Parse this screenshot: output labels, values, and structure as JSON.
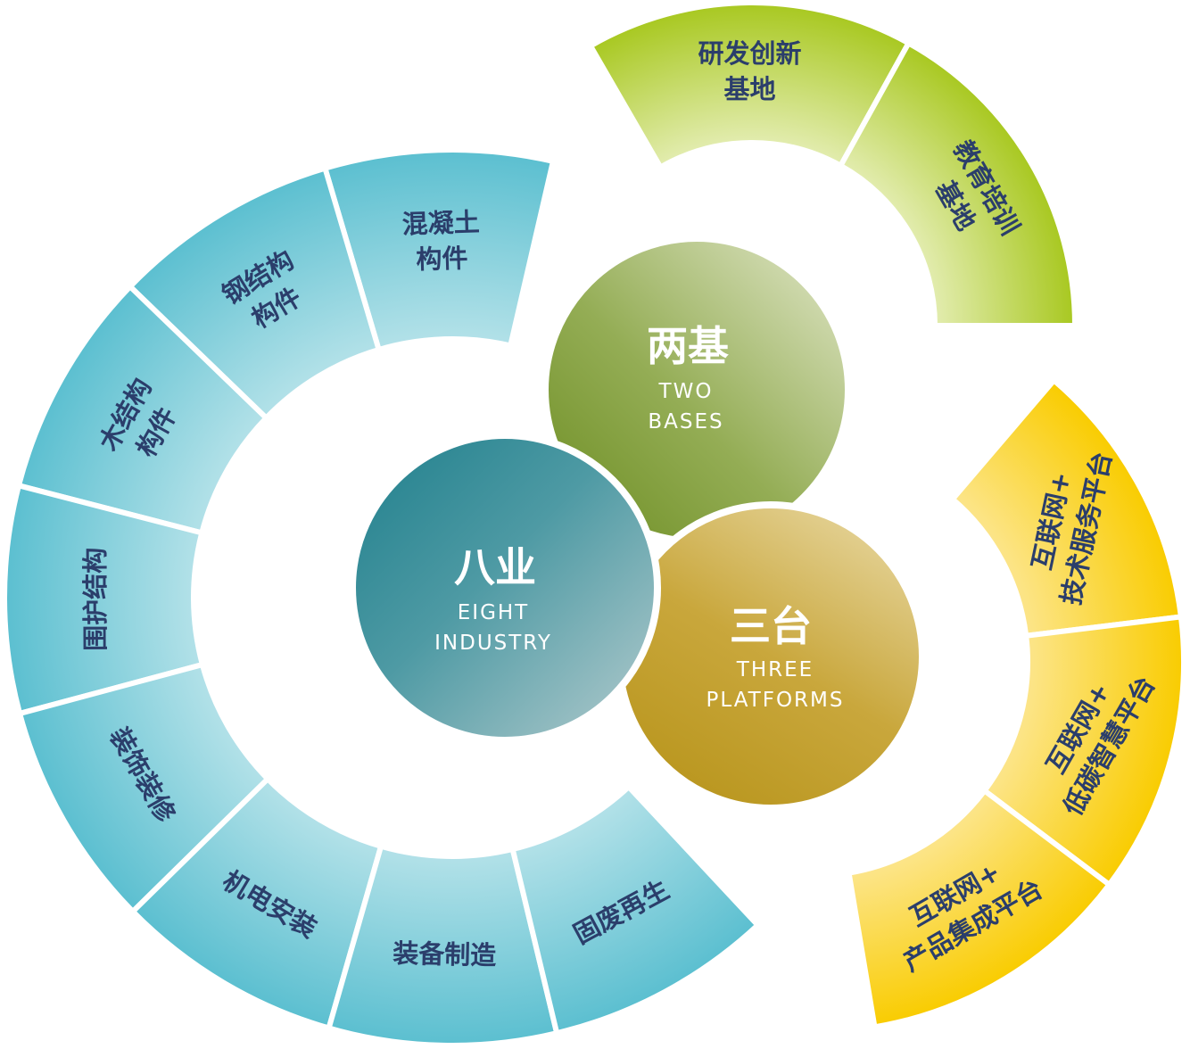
{
  "colors": {
    "teal_ring_outer": "#5bbfd0",
    "teal_ring_inner": "#b2e1e8",
    "green_ring_outer": "#a8c820",
    "green_ring_inner": "#e2ecae",
    "yellow_ring_outer": "#f9cc00",
    "yellow_ring_inner": "#fce58a",
    "label_text": "#2b3e6b"
  },
  "eight_industry": {
    "title_cn": "八业",
    "title_en_1": "EIGHT",
    "title_en_2": "INDUSTRY",
    "segments": [
      {
        "lines": [
          "混凝土",
          "构件"
        ]
      },
      {
        "lines": [
          "钢结构",
          "构件"
        ]
      },
      {
        "lines": [
          "木结构",
          "构件"
        ]
      },
      {
        "lines": [
          "围护结构"
        ]
      },
      {
        "lines": [
          "装饰装修"
        ]
      },
      {
        "lines": [
          "机电安装"
        ]
      },
      {
        "lines": [
          "装备制造"
        ]
      },
      {
        "lines": [
          "固废再生"
        ]
      }
    ]
  },
  "two_bases": {
    "title_cn": "两基",
    "title_en_1": "TWO",
    "title_en_2": "BASES",
    "segments": [
      {
        "lines": [
          "研发创新",
          "基地"
        ]
      },
      {
        "lines": [
          "教育培训",
          "基地"
        ]
      }
    ]
  },
  "three_platforms": {
    "title_cn": "三台",
    "title_en_1": "THREE",
    "title_en_2": "PLATFORMS",
    "segments": [
      {
        "lines": [
          "互联网+",
          "技术服务平台"
        ]
      },
      {
        "lines": [
          "互联网+",
          "低碳智慧平台"
        ]
      },
      {
        "lines": [
          "互联网+",
          "产品集成平台"
        ]
      }
    ]
  }
}
